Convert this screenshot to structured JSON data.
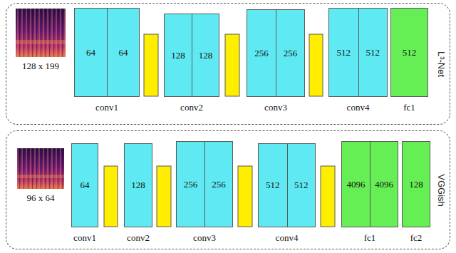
{
  "diagram": {
    "nodes": [
      {
        "text": [
          "L³-Net"
        ]
      },
      {
        "text": [
          "conv1"
        ],
        "in": 0
      },
      {
        "text": [
          "64"
        ],
        "in": 1
      },
      {
        "text": [
          "64"
        ],
        "in": 1
      },
      {
        "text": [
          "conv2"
        ],
        "in": 0
      },
      {
        "text": [
          "128"
        ],
        "in": 4
      },
      {
        "text": [
          "128"
        ],
        "in": 4
      },
      {
        "text": [
          "conv3"
        ],
        "in": 0
      },
      {
        "text": [
          "256"
        ],
        "in": 7
      },
      {
        "text": [
          "256"
        ],
        "in": 7
      },
      {
        "text": [
          "conv4"
        ],
        "in": 0
      },
      {
        "text": [
          "512"
        ],
        "in": 10
      },
      {
        "text": [
          "512"
        ],
        "in": 10
      },
      {
        "text": [
          "fc1"
        ],
        "in": 0
      },
      {
        "text": [
          "512"
        ],
        "in": 13
      },
      {
        "text": [
          "VGGish"
        ]
      },
      {
        "text": [
          "conv1"
        ],
        "in": 15
      },
      {
        "text": [
          "64"
        ],
        "in": 16
      },
      {
        "text": [
          "conv2"
        ],
        "in": 15
      },
      {
        "text": [
          "128"
        ],
        "in": 18
      },
      {
        "text": [
          "conv3"
        ],
        "in": 15
      },
      {
        "text": [
          "256"
        ],
        "in": 20
      },
      {
        "text": [
          "256"
        ],
        "in": 20
      },
      {
        "text": [
          "conv4"
        ],
        "in": 15
      },
      {
        "text": [
          "512"
        ],
        "in": 23
      },
      {
        "text": [
          "512"
        ],
        "in": 23
      },
      {
        "text": [
          "fc1"
        ],
        "in": 15
      },
      {
        "text": [
          "4096"
        ],
        "in": 26
      },
      {
        "text": [
          "4096"
        ],
        "in": 26
      },
      {
        "text": [
          "fc2"
        ],
        "in": 15
      },
      {
        "text": [
          "128"
        ],
        "in": 29
      }
    ],
    "labels": [
      "128 x 199",
      "96 x 64"
    ]
  }
}
